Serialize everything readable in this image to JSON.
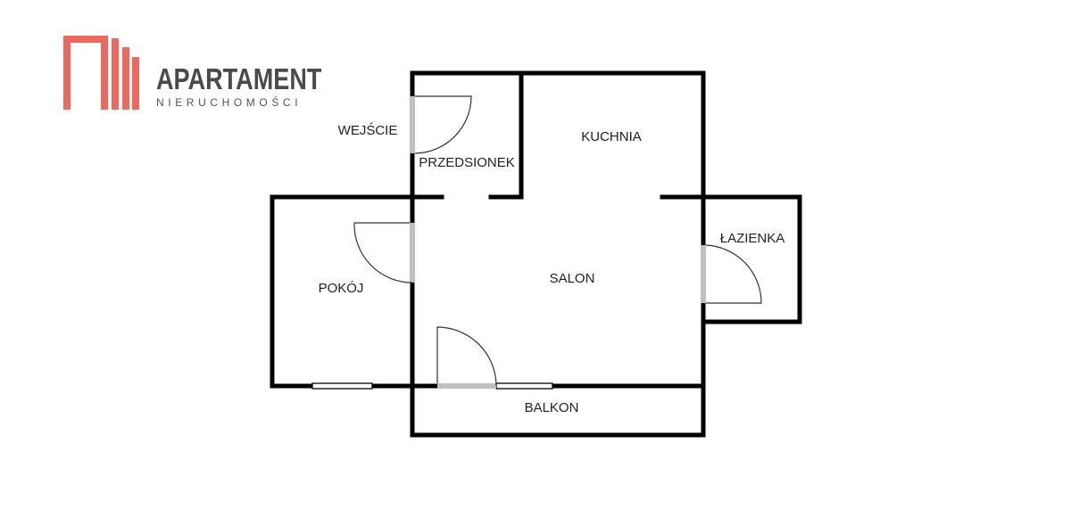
{
  "logo": {
    "name": "APARTAMENT",
    "subtitle": "NIERUCHOMOŚCI",
    "color": "#f0675c"
  },
  "rooms": {
    "entrance": "WEJŚCIE",
    "hall": "PRZEDSIONEK",
    "kitchen": "KUCHNIA",
    "bathroom": "ŁAZIENKA",
    "room": "POKÓJ",
    "living": "SALON",
    "balcony": "BALKON"
  }
}
